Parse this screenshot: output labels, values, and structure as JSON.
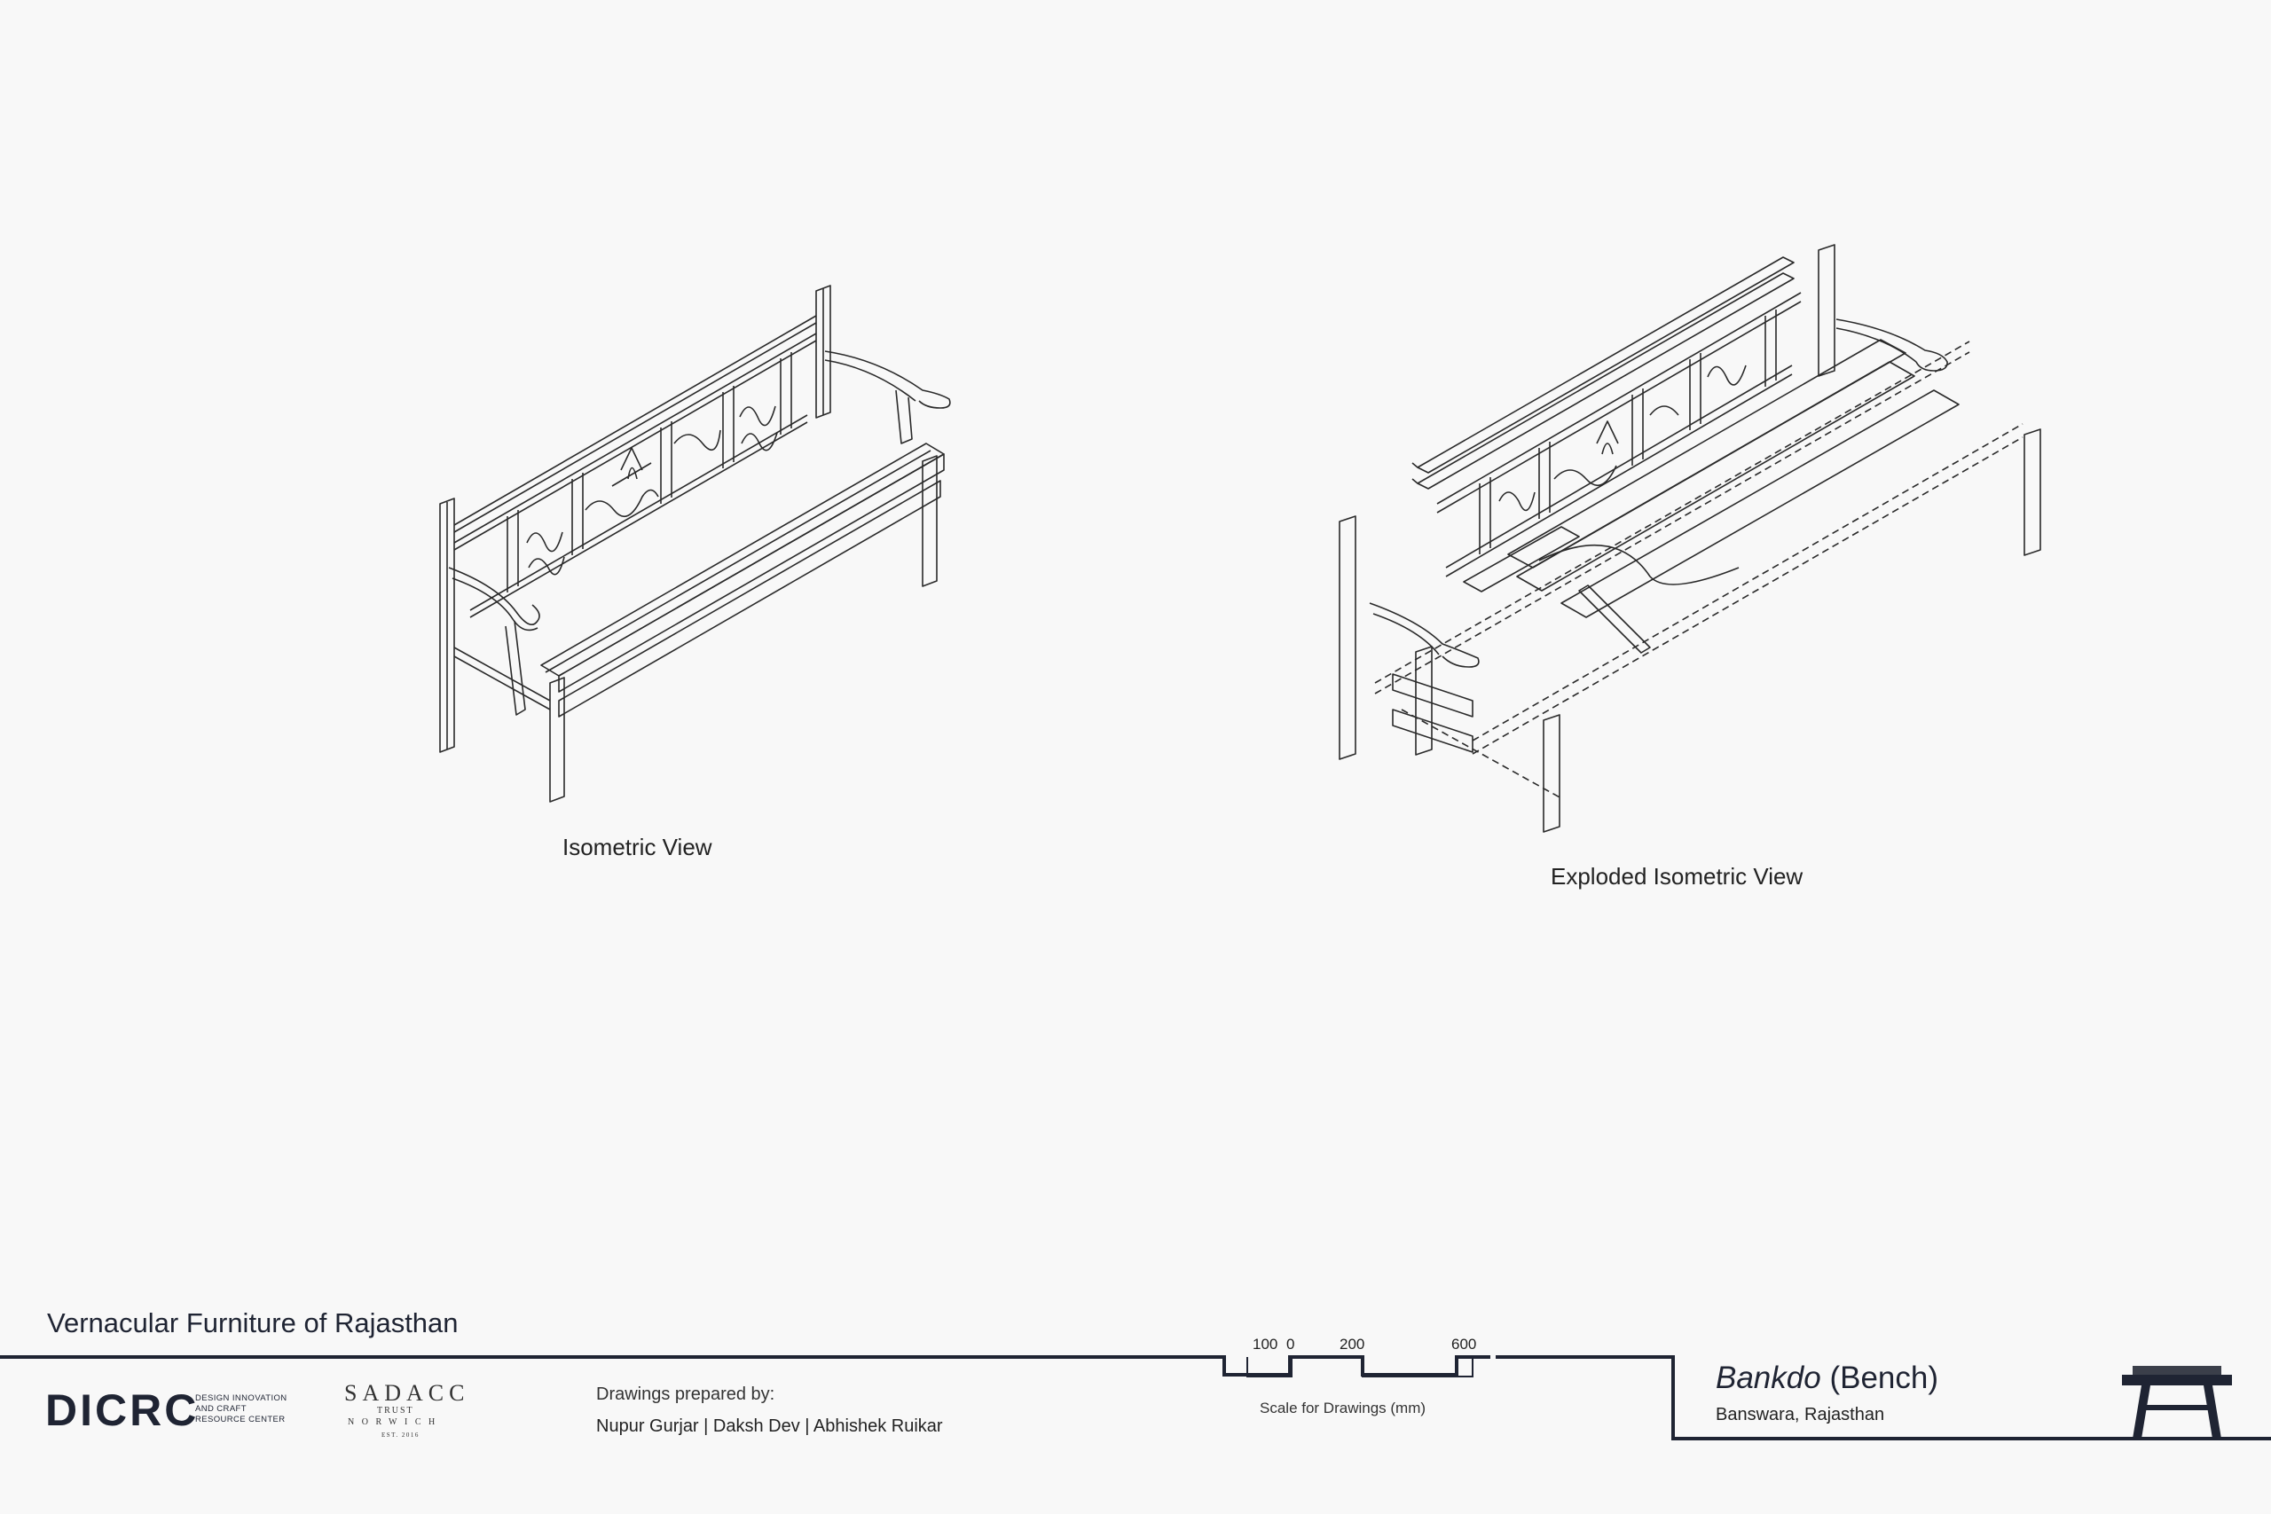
{
  "views": {
    "isometric_label": "Isometric View",
    "exploded_label": "Exploded Isometric View"
  },
  "footer": {
    "series_title": "Vernacular Furniture of Rajasthan",
    "logos": {
      "dicrc": "DICRC",
      "dicrc_sub": "DESIGN INNOVATION AND CRAFT RESOURCE CENTER",
      "sadacc": "SADACC",
      "sadacc_trust": "TRUST",
      "sadacc_city": "NORWICH",
      "sadacc_est": "EST. 2016"
    },
    "credits": {
      "label": "Drawings prepared by:",
      "names": "Nupur Gurjar | Daksh Dev | Abhishek Ruikar"
    },
    "scale": {
      "ticks": [
        "100",
        "0",
        "200",
        "600"
      ],
      "caption": "Scale for Drawings (mm)"
    },
    "title_block": {
      "name_italic": "Bankdo",
      "name_rest": " (Bench)",
      "location": "Banswara, Rajasthan"
    }
  },
  "colors": {
    "line": "#2a2a2a",
    "frame": "#1f2433",
    "background": "#f8f8f8"
  }
}
